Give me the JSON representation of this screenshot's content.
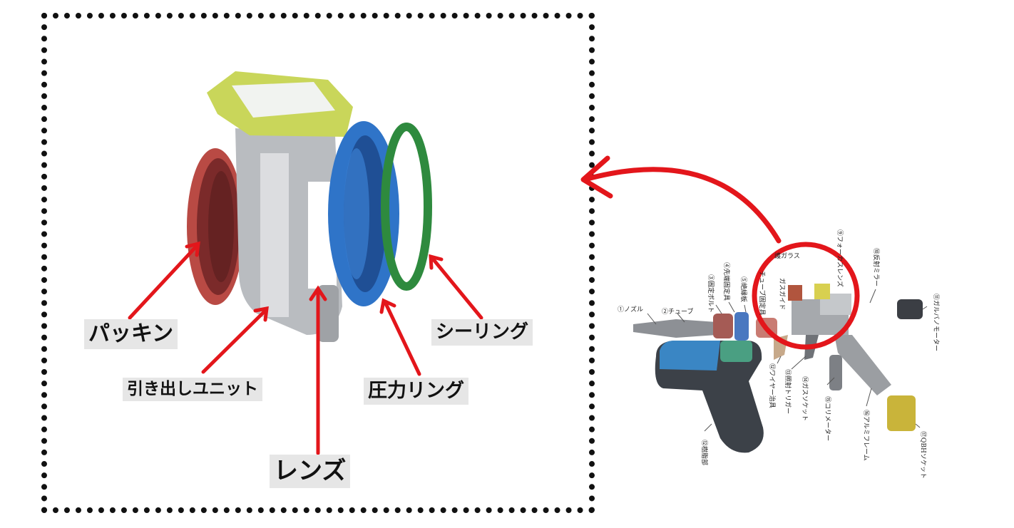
{
  "labels": {
    "packing": "パッキン",
    "drawer_unit": "引き出しユニット",
    "lens": "レンズ",
    "pressure_ring": "圧力リング",
    "seal_ring": "シーリング"
  },
  "parts": [
    "①ノズル",
    "②チューブ",
    "③固定ボルト",
    "④先端固定具",
    "⑤絶縁板",
    "チューブ固定具",
    "ガスガイド",
    "護ガラス",
    "⑨フォーカスレンズ",
    "⑩反射ミラー",
    "⑪ガルバノモーター",
    "⑫樹脂部",
    "⑫ワイヤー治具",
    "⑬照射トリガー",
    "⑭ガスソケット",
    "⑮コリメーター",
    "⑯アルミフレーム",
    "⑰QBHソケット"
  ],
  "colors": {
    "arrow": "#e3161b",
    "packing": "#d9574f",
    "pressure_ring": "#2f74c8",
    "seal_ring": "#2e8a3e",
    "top_frame": "#c9d65a"
  }
}
